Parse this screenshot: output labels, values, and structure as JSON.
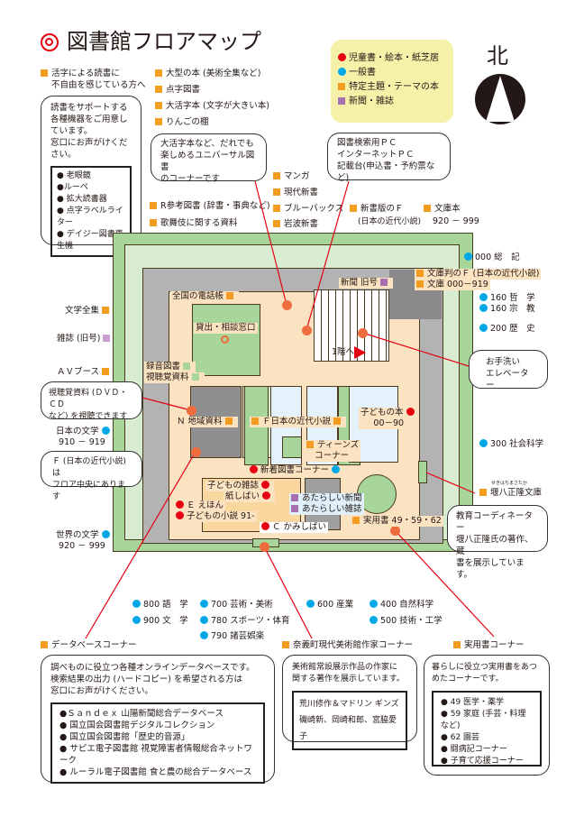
{
  "title": "図書館フロアマップ",
  "legend": [
    {
      "label": "児童書・絵本・紙芝居",
      "kind": "red-dot"
    },
    {
      "label": "一般書",
      "kind": "blue-dot"
    },
    {
      "label": "特定主題・テーマの本",
      "kind": "orange-square"
    },
    {
      "label": "新聞・雑誌",
      "kind": "purple-square"
    }
  ],
  "colors": {
    "red": "#e60012",
    "blue": "#00a8e8",
    "orange": "#f39c1f",
    "purple": "#a86fb0",
    "legend_bg": "#f5f1a8",
    "frame_green": "#a8d59a",
    "floor": "#fbe3c2",
    "wall": "#b3b3b3"
  },
  "north": "北",
  "top_left": {
    "heading1": "活字による読書に",
    "heading2": "不自由を感じている方へ",
    "bubble": [
      "読書をサポートする",
      "各種機器をご用意し",
      "ています。",
      "窓口にお声がけくだ",
      "さい。"
    ],
    "items": [
      "老眼鏡",
      "ルーペ",
      "拡大読書器",
      "点字ラベルライター",
      "デイジー図書再生機"
    ]
  },
  "top_mid": {
    "items": [
      "大型の本 (美術全集など)",
      "点字図書",
      "大活字本 (文字が大きい本)",
      "りんごの棚"
    ],
    "bubble": [
      "大活字本など、だれでも",
      "楽しめるユニバーサル図書",
      "のコーナーです"
    ]
  },
  "ref": [
    "R参考図書 (辞書・事典など)",
    "歌舞伎に関する資料"
  ],
  "shinsho": [
    "マンガ",
    "現代新書",
    "ブルーバックス",
    "岩波新書"
  ],
  "pc_bubble": [
    "図書検索用ＰＣ",
    "インターネットＰＣ",
    "記載台(申込書・予約票など)"
  ],
  "shinshoban": [
    "新書版のＦ",
    "(日本の近代小説)"
  ],
  "bunkobon": [
    "文庫本",
    "920 － 999"
  ],
  "right": {
    "soki": "000 総　記",
    "bunko_f": "文庫判のＦ (日本の近代小説)",
    "bunko": "文庫 000－919",
    "tetsugaku": "160 哲　学",
    "shukyo": "160 宗　教",
    "rekishi": "200 歴　史",
    "toilet": [
      "お手洗い",
      "エレベーター"
    ],
    "shakai": "300 社会科学",
    "sekiba": "堰八正隆文庫",
    "sekiba_ruby": "せきはちまさたか",
    "sekiba_bubble": [
      "教育コーディネーター",
      "堰八正隆氏の著作、蔵",
      "書を展示しています。"
    ]
  },
  "left": {
    "zenshu": "文学全集",
    "zasshi": "雑誌 (旧号)",
    "av": "ＡＶブース",
    "av_bubble": [
      "視聴覚資料 (ＤＶＤ・ＣＤ",
      "など) を視聴できます"
    ],
    "nihon": [
      "日本の文学",
      "910 － 919"
    ],
    "f_bubble": [
      "Ｆ (日本の近代小説) は",
      "フロア中央にあります"
    ],
    "sekai": [
      "世界の文学",
      "920 － 999"
    ]
  },
  "floor": {
    "denwa": "全国の電話帳",
    "kashidashi": "貸出・相談窓口",
    "shinbun_old": "新聞 旧号",
    "stairs": "1階へ",
    "rokuon": "録音図書",
    "shichokaku": "視聴覚資料",
    "chiiki": "Ｎ 地域資料",
    "f_novel": "Ｆ日本の近代小説",
    "kodomo": [
      "子どもの本",
      "00－90"
    ],
    "teens": [
      "ティーンズ",
      "コーナー"
    ],
    "shinchaku": "新着図書コーナー",
    "kodomo_zasshi": "子どもの雑誌",
    "kamishibai": "紙しばい",
    "ehon": "Ｅ えほん",
    "shosetsu": "子どもの小説 91-",
    "new_paper": "あたらしい新聞",
    "new_mag": "あたらしい雑誌",
    "jitsuyo": "実用書 49・59・62",
    "c_kami": "Ｃ かみしばい"
  },
  "bottom_classes": [
    "800 語　学",
    "900 文　学",
    "700 芸術・美術",
    "780 スポーツ・体育",
    "790 諸芸娯楽",
    "600 産業",
    "400 自然科学",
    "500 技術・工学"
  ],
  "db": {
    "heading": "データベースコーナー",
    "text": [
      "調べものに役立つ各種オンラインデータベースです。",
      "検索結果の出力 (ハードコピー) を希望される方は",
      "窓口にお声がけください。"
    ],
    "items": [
      "Ｓａｎｄｅｘ 山陽新聞総合データベース",
      "国立国会図書館デジタルコレクション",
      "国立国会図書館「歴史的音源」",
      "サピエ電子図書館 視覚障害者情報総合ネットワーク",
      "ルーラル電子図書館 食と農の総合データベース"
    ]
  },
  "art": {
    "heading": "奈義町現代美術館作家コーナー",
    "text": [
      "美術館常設展示作品の作家に",
      "関する著作を展示しています。"
    ],
    "items": [
      "荒川修作＆マドリン ギンズ",
      "磯崎新、岡崎和郎、宮脇愛子"
    ]
  },
  "practical": {
    "heading": "実用書コーナー",
    "text": [
      "暮らしに役立つ実用書をあつ",
      "めたコーナーです。"
    ],
    "items": [
      "49 医学・薬学",
      "59 家庭 (手芸・料理など)",
      "62 園芸",
      "闘病記コーナー",
      "子育て応援コーナー"
    ]
  }
}
